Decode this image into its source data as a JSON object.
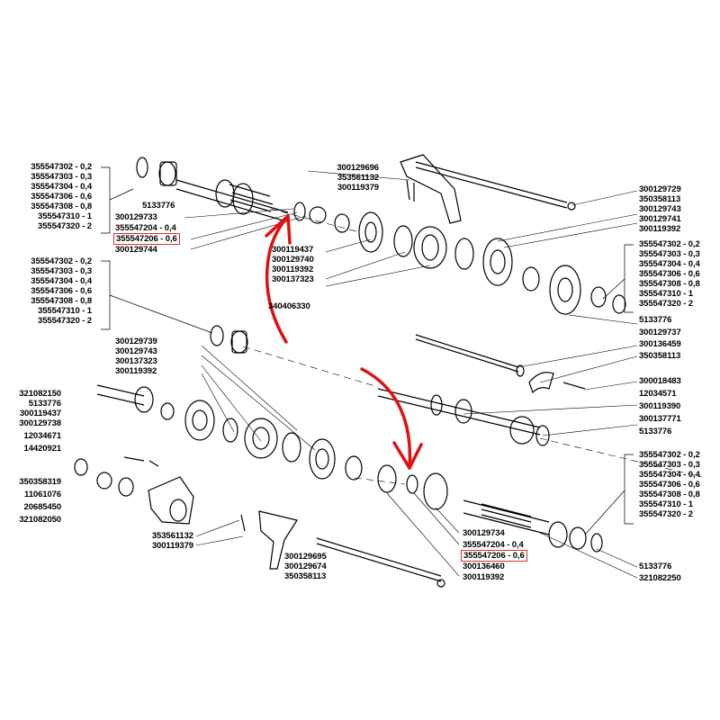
{
  "colors": {
    "line": "#000000",
    "arrow": "#e01010",
    "highlight": "#e03030",
    "background": "#ffffff"
  },
  "upper_left": {
    "shim_group": [
      "355547302 - 0,2",
      "355547303 - 0,3",
      "355547304 - 0,4",
      "355547306 - 0,6",
      "355547308 - 0,8",
      "355547310 - 1",
      "355547320 - 2"
    ],
    "bearing": "5133776",
    "shaft_parts": [
      "300129733",
      "355547204 - 0,4"
    ],
    "highlighted_part": "355547206 - 0,6",
    "washer": "300129744"
  },
  "upper_center": {
    "fork_group": [
      "300129696",
      "353561132",
      "300119379"
    ],
    "gear_group": [
      "300119437",
      "300129740",
      "300119392",
      "300137323"
    ]
  },
  "upper_right": {
    "fork_parts": [
      "300129729",
      "350358113",
      "300129743",
      "300129741",
      "300119392"
    ],
    "shim_group": [
      "355547302 - 0,2",
      "355547303 - 0,3",
      "355547304 - 0,4",
      "355547306 - 0,6",
      "355547308 - 0,8",
      "355547310 - 1",
      "355547320 - 2"
    ],
    "bearing": "5133776",
    "gear": "300129737",
    "rod": "300136459",
    "retainer": "350358113"
  },
  "middle_left": {
    "shim_group": [
      "355547302 - 0,2",
      "355547303 - 0,3",
      "355547304 - 0,4",
      "355547306 - 0,6",
      "355547308 - 0,8",
      "355547310 - 1",
      "355547320 - 2"
    ],
    "bearing": "340406330",
    "parts": [
      "300129739",
      "300129743",
      "300137323",
      "300119392"
    ]
  },
  "middle_right": [
    "300018483",
    "12034571",
    "300119390",
    "300137771",
    "5133776"
  ],
  "lower_left": {
    "shaft_parts": [
      "321082150",
      "5133776",
      "300119437",
      "300129738",
      "12034671",
      "14420921"
    ],
    "housing_parts": [
      "350358319",
      "11061076",
      "20685450",
      "321082050"
    ]
  },
  "lower_center": {
    "spring_parts": [
      "353561132",
      "300119379"
    ],
    "rod_parts": [
      "300129695",
      "300129674",
      "350358113"
    ],
    "gear_parts": [
      "300129734",
      "355547204 - 0,4"
    ],
    "highlighted_part": "355547206 - 0,6",
    "bottom_parts": [
      "300136460",
      "300119392"
    ]
  },
  "lower_right": {
    "shim_group": [
      "355547302 - 0,2",
      "355547303 - 0,3",
      "355547304 - 0,4",
      "355547306 - 0,6",
      "355547308 - 0,8",
      "355547310 - 1",
      "355547320 - 2"
    ],
    "bearing": "5133776",
    "shaft": "321082250"
  }
}
